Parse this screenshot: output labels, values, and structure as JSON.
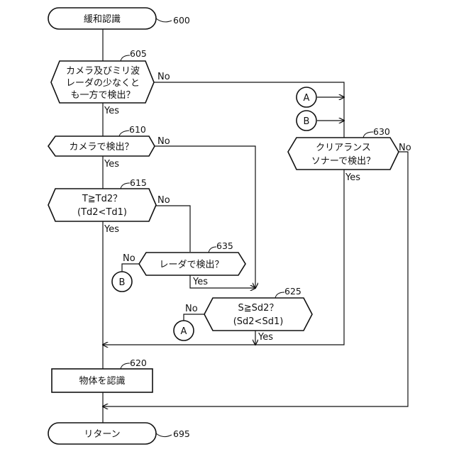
{
  "nodes": {
    "start": {
      "label": "緩和認識",
      "ref": "600"
    },
    "d605": {
      "line1": "カメラ及びミリ波",
      "line2": "レーダの少なくと",
      "line3": "も一方で検出？",
      "ref": "605"
    },
    "d610": {
      "label": "カメラで検出？",
      "ref": "610"
    },
    "d615": {
      "line1": "T≧Td2？",
      "line2": "(Td2<Td1)",
      "ref": "615"
    },
    "d635": {
      "label": "レーダで検出？",
      "ref": "635"
    },
    "d625": {
      "line1": "S≧Sd2？",
      "line2": "(Sd2<Sd1)",
      "ref": "625"
    },
    "d630": {
      "line1": "クリアランス",
      "line2": "ソナーで検出？",
      "ref": "630"
    },
    "p620": {
      "label": "物体を認識",
      "ref": "620"
    },
    "end": {
      "label": "リターン",
      "ref": "695"
    }
  },
  "connectors": {
    "a": "A",
    "b": "B"
  },
  "branch": {
    "yes": "Yes",
    "no": "No"
  }
}
